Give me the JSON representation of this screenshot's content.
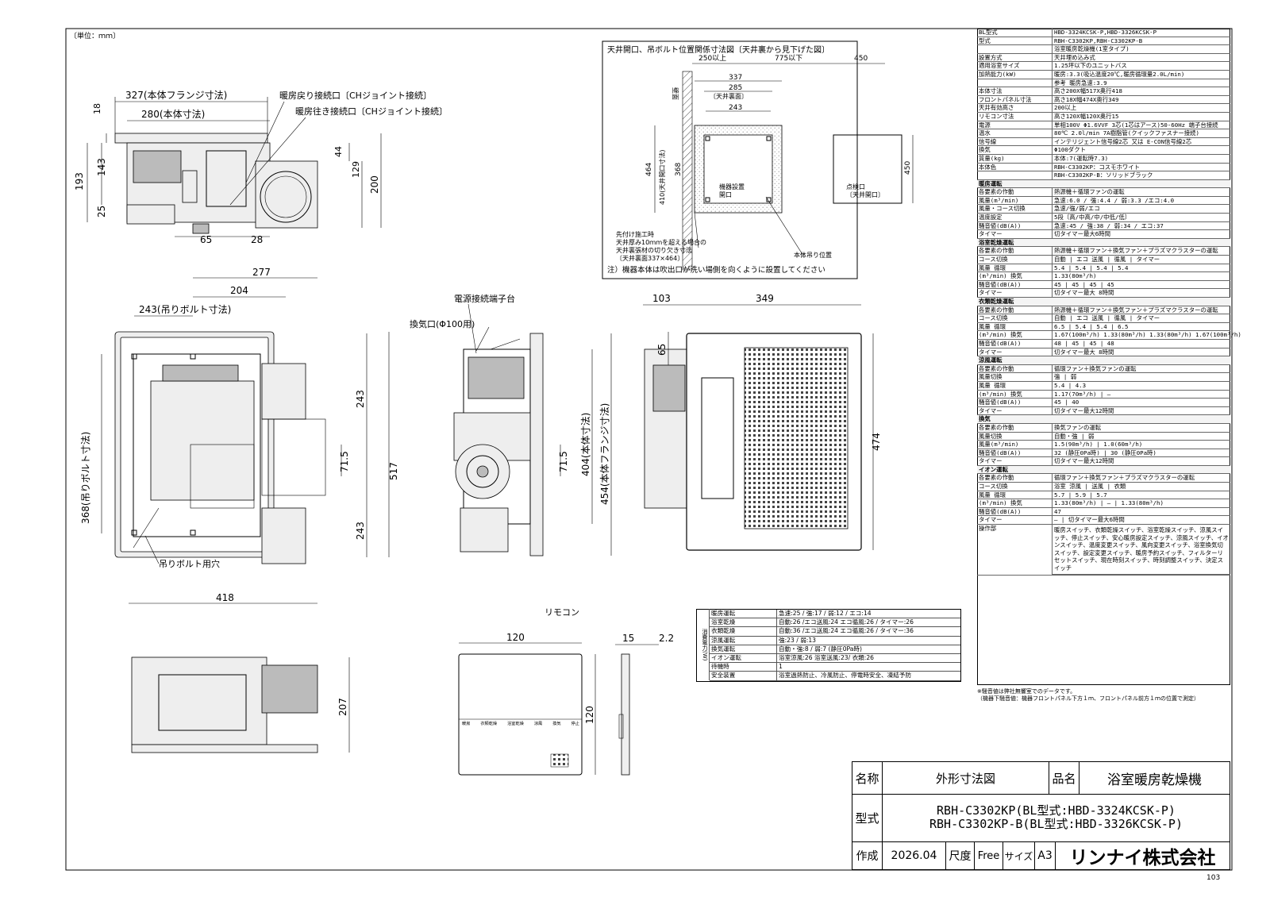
{
  "sheet": {
    "unit_note": "〔単位：ｍｍ〕",
    "page_no": "103"
  },
  "top_view": {
    "dims": {
      "flange": "327(本体フランジ寸法)",
      "body": "280(本体寸法)",
      "h18": "18",
      "h193": "193",
      "h143": "143",
      "h25": "25",
      "w65": "65",
      "w28": "28",
      "h44": "44",
      "h129": "129",
      "h200": "200"
    },
    "labels": {
      "return_port": "暖房戻り接続口〔CHジョイント接続〕",
      "supply_port": "暖房往き接続口〔CHジョイント接続〕"
    }
  },
  "ceiling_view": {
    "title": "天井開口、吊ボルト位置関係寸法図〔天井裏から見下げた図〕",
    "dims": {
      "d250": "250以上",
      "d775": "775以下",
      "d450w": "450",
      "d337": "337",
      "d285": "285",
      "d285note": "〔天井裏面〕",
      "d243": "243",
      "d464": "464",
      "d368": "368",
      "d410": "410(天井開口寸法)",
      "d450h": "450"
    },
    "labels": {
      "wall": "壁面",
      "unit_opening": "機器設置\n開口",
      "inspection": "点検口\n〔天井開口〕",
      "hanger": "本体吊り位置",
      "note1": "先付け施工時",
      "note2": "天井厚み10ｍｍを超える場合の",
      "note3": "天井裏張材の切り欠き寸法",
      "note4": "〔天井裏面337×464〕",
      "caution": "注）機器本体は吹出口が洗い場側を向くように設置してください"
    }
  },
  "plan_view": {
    "dims": {
      "d277": "277",
      "d204": "204",
      "d243bolt": "243(吊りボルト寸法)",
      "d368bolt": "368(吊りボルト寸法)",
      "d243a": "243",
      "d243b": "243",
      "d71": "71.5",
      "d517": "517",
      "d418": "418"
    },
    "labels": {
      "bolt_hole": "吊りボルト用穴"
    }
  },
  "side_view": {
    "dims": {
      "d71": "71.5",
      "d404": "404(本体寸法)",
      "d454": "454(本体フランジ寸法)"
    },
    "labels": {
      "terminal": "電源接続端子台",
      "vent": "換気口(Φ100用)"
    }
  },
  "front_view": {
    "dims": {
      "d103": "103",
      "d349": "349",
      "d65": "65",
      "d474": "474"
    }
  },
  "bottom_view": {
    "dims": {
      "d207": "207"
    }
  },
  "remote": {
    "title": "リモコン",
    "dims": {
      "w120": "120",
      "h120": "120",
      "d15": "15",
      "d22": "2.2"
    },
    "buttons": [
      "暖房",
      "衣類乾燥",
      "浴室乾燥",
      "涼風",
      "換気",
      "停止"
    ]
  },
  "power": {
    "group_label": "消費電力(W)",
    "rows": [
      {
        "k": "暖房運転",
        "v": "急速:25 / 強:17 / 弱:12 / エコ:14"
      },
      {
        "k": "浴室乾燥",
        "v": "自動:26 /エコ送風:24 エコ循風:26 / タイマー:26"
      },
      {
        "k": "衣類乾燥",
        "v": "自動:36 /エコ送風:24 エコ循風:26 / タイマー:36"
      },
      {
        "k": "涼風運転",
        "v": "強:23 / 弱:13"
      },
      {
        "k": "換気運転",
        "v": "自動・強:8 / 弱:7 (静圧0Pa時)"
      },
      {
        "k": "イオン運転",
        "v": "浴室涼風:26 浴室送風:23/ 衣類:26"
      },
      {
        "k": "待機時",
        "v": "1"
      },
      {
        "k": "安全装置",
        "v": "浴室過熱防止、冷風防止、停電時安全、凍結予防"
      }
    ]
  },
  "spec": {
    "general": [
      {
        "k": "BL型式",
        "v": "HBD-3324KCSK-P,HBD-3326KCSK-P"
      },
      {
        "k": "型式",
        "v": "RBH-C3302KP,RBH-C3302KP-B"
      },
      {
        "k": "",
        "v": "浴室暖房乾燥機(1室タイプ)"
      },
      {
        "k": "設置方式",
        "v": "天井埋め込み式"
      },
      {
        "k": "適用浴室サイズ",
        "v": "1.25坪以下のユニットバス"
      },
      {
        "k": "加熱能力(kW)",
        "v": "暖房:3.3(吸込温度20℃,暖房循環量2.0L/min)"
      },
      {
        "k": "",
        "v": "参考  暖房急速:3.9"
      },
      {
        "k": "本体寸法",
        "v": "高さ200X幅517X奥行418"
      },
      {
        "k": "フロントパネル寸法",
        "v": "高さ18X幅474X奥行349"
      },
      {
        "k": "天井有効高さ",
        "v": "200以上"
      },
      {
        "k": "リモコン寸法",
        "v": "高さ120X幅120X奥行15"
      },
      {
        "k": "電源",
        "v": "単相100V Φ1.6VVF 3芯(1芯はアース)50-60Hz 端子台接続"
      },
      {
        "k": "温水",
        "v": "80℃ 2.0l/min 7A樹脂管(クイックファスナー接続)"
      },
      {
        "k": "信号線",
        "v": "インテリジェント信号線2芯 又は E-CON信号線2芯"
      },
      {
        "k": "換気",
        "v": "Φ100ダクト"
      },
      {
        "k": "質量(kg)",
        "v": "本体:7(運転時7.3)"
      },
      {
        "k": "本体色",
        "v": "RBH-C3302KP：コスモホワイト"
      },
      {
        "k": "",
        "v": "RBH-C3302KP-B：ソリッドブラック"
      }
    ],
    "heating": {
      "title": "暖房運転",
      "rows": [
        {
          "k": "各要素の作動",
          "v": "熱源機＋循環ファンの運転"
        },
        {
          "k": "風量(m³/min)",
          "v": "急速:6.0 / 強:4.4 / 弱:3.3 /エコ:4.0"
        },
        {
          "k": "風量・コース切換",
          "v": "急速/強/弱/エコ"
        },
        {
          "k": "温度設定",
          "v": "5段〔高/中高/中/中低/低〕"
        },
        {
          "k": "騒音値(dB(A))",
          "v": "急速:45 / 強:38 / 弱:34 / エコ:37"
        },
        {
          "k": "タイマー",
          "v": "切タイマー最大6時間"
        }
      ]
    },
    "bath_dry": {
      "title": "浴室乾燥運転",
      "rows": [
        {
          "k": "各要素の作動",
          "v": "熱源機＋循環ファン＋換気ファン＋プラズマクラスターの運転"
        },
        {
          "k": "コース切換",
          "v": "自動 | エコ 送風 | 循風 | タイマー"
        },
        {
          "k": "風量 循環",
          "v": "5.4 | 5.4 | 5.4 | 5.4"
        },
        {
          "k": "(m³/min) 換気",
          "v": "1.33(80m³/h)"
        },
        {
          "k": "騒音値(dB(A))",
          "v": "45 | 45 | 45 | 45"
        },
        {
          "k": "タイマー",
          "v": "切タイマー最大 8時間"
        }
      ]
    },
    "cloth_dry": {
      "title": "衣類乾燥運転",
      "rows": [
        {
          "k": "各要素の作動",
          "v": "熱源機＋循環ファン＋換気ファン＋プラズマクラスターの運転"
        },
        {
          "k": "コース切換",
          "v": "自動 | エコ 送風 | 循風 | タイマー"
        },
        {
          "k": "風量 循環",
          "v": "6.5 | 5.4 | 5.4 | 6.5"
        },
        {
          "k": "(m³/min) 換気",
          "v": "1.67(100m³/h) 1.33(80m³/h) 1.33(80m³/h) 1.67(100m³/h)"
        },
        {
          "k": "騒音値(dB(A))",
          "v": "48 | 45 | 45 | 48"
        },
        {
          "k": "タイマー",
          "v": "切タイマー最大 8時間"
        }
      ]
    },
    "cool": {
      "title": "涼風運転",
      "rows": [
        {
          "k": "各要素の作動",
          "v": "循環ファン＋換気ファンの運転"
        },
        {
          "k": "風量切換",
          "v": "強 | 弱"
        },
        {
          "k": "風量 循環",
          "v": "5.4 | 4.3"
        },
        {
          "k": "(m³/min) 換気",
          "v": "1.17(70m³/h) | ―"
        },
        {
          "k": "騒音値(dB(A))",
          "v": "45 | 40"
        },
        {
          "k": "タイマー",
          "v": "切タイマー最大12時間"
        }
      ]
    },
    "vent": {
      "title": "換気",
      "rows": [
        {
          "k": "各要素の作動",
          "v": "換気ファンの運転"
        },
        {
          "k": "風量切換",
          "v": "自動・強 | 弱"
        },
        {
          "k": "風量(m³/min)",
          "v": "1.5(90m³/h) | 1.0(60m³/h)"
        },
        {
          "k": "騒音値(dB(A))",
          "v": "32 (静圧0Pa時) | 30 (静圧0Pa時)"
        },
        {
          "k": "タイマー",
          "v": "切タイマー最大12時間"
        }
      ]
    },
    "ion": {
      "title": "イオン運転",
      "rows": [
        {
          "k": "各要素の作動",
          "v": "循環ファン＋換気ファン＋プラズマクラスターの運転"
        },
        {
          "k": "コース切換",
          "v": "浴室 涼風 | 送風 | 衣類"
        },
        {
          "k": "風量 循環",
          "v": "5.7 | 5.9 | 5.7"
        },
        {
          "k": "(m³/min) 換気",
          "v": "1.33(80m³/h) | ― | 1.33(80m³/h)"
        },
        {
          "k": "騒音値(dB(A))",
          "v": "47"
        },
        {
          "k": "タイマー",
          "v": "― | 切タイマー最大6時間"
        }
      ]
    },
    "ops": {
      "k": "操作部",
      "v": "暖房スイッチ、衣類乾燥スイッチ、浴室乾燥スイッチ、涼風スイッチ、停止スイッチ、安心暖房設定スイッチ、涼風スイッチ、イオンスイッチ、温度変更スイッチ、風向変更スイッチ、浴室換気切スイッチ、設定変更スイッチ、暖房予約スイッチ、フィルターリセットスイッチ、現在時刻スイッチ、時刻調整スイッチ、決定スイッチ"
    },
    "footnote1": "※騒音値は弊社無響室でのデータです。",
    "footnote2": "（機器下騒音値：機器フロントパネル下方１ｍ、フロントパネル前方１ｍの位置で測定）"
  },
  "title_block": {
    "name_label": "名称",
    "name_value": "外形寸法図",
    "product_label": "品名",
    "product_value": "浴室暖房乾燥機",
    "model_label": "型式",
    "model_line1": "RBH-C3302KP(BL型式:HBD-3324KCSK-P)",
    "model_line2": "RBH-C3302KP-B(BL型式:HBD-3326KCSK-P)",
    "made_label": "作成",
    "made_value": "2026.04",
    "scale_label": "尺度",
    "scale_value": "Free",
    "size_label": "サイズ",
    "size_value": "A3",
    "company": "リンナイ株式会社"
  }
}
